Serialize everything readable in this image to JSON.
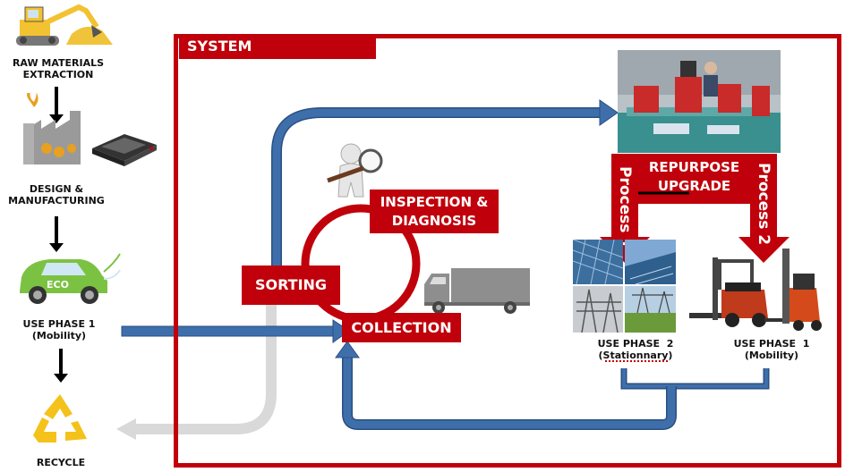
{
  "left_column": {
    "raw_materials": "RAW MATERIALS\nEXTRACTION",
    "design": "DESIGN &\nMANUFACTURING",
    "use_phase": "USE PHASE 1\n(Mobility)",
    "recycle": "RECYCLE",
    "car_badge": "ECO"
  },
  "frame": {
    "title": "SYSTEM PERFORMANCE"
  },
  "cycle": {
    "inspection": "INSPECTION &\nDIAGNOSIS",
    "sorting": "SORTING",
    "collection": "COLLECTION"
  },
  "repurpose": {
    "label": "REPURPOSE\nUPGRADE",
    "process1": "Process 1",
    "process2": "Process 2"
  },
  "right_uses": {
    "use_phase_2": "USE PHASE  2\n(Stationnary)",
    "use_phase_1": "USE PHASE  1\n(Mobility)"
  },
  "colors": {
    "red": "#c0000a",
    "blue_arrow": "#3f6fab",
    "gray_arrow": "#d9d9d9"
  }
}
